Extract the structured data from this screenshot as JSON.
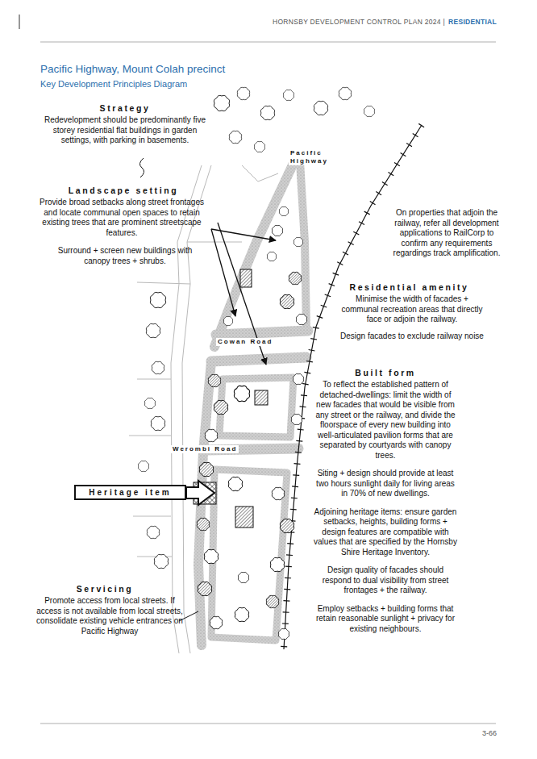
{
  "diagram": {
    "title": "Pacific Highway, Mount Colah precinct",
    "nodes": [
      {
        "text": [
          "Heritage item"
        ]
      }
    ],
    "labels": [
      "HORNSBY DEVELOPMENT CONTROL PLAN 2024 |",
      "RESIDENTIAL",
      "Key Development Principles Diagram",
      "Strategy",
      "Redevelopment should be predominantly five storey residential flat buildings in garden settings, with parking in basements.",
      "Pacific Highway",
      "Landscape setting",
      "Provide broad setbacks along street frontages and locate communal open spaces to retain existing trees that are prominent streetscape features.",
      "Surround + screen new buildings with canopy trees + shrubs.",
      "On properties that adjoin the railway, refer all development applications to RailCorp to confirm any requirements regardings track amplification.",
      "Residential amenity",
      "Minimise the width of facades + communal recreation areas that directly face or adjoin the railway.",
      "Design facades to exclude railway noise",
      "Cowan Road",
      "Built form",
      "To reflect the established pattern of detached-dwellings: limit the width of new facades that would be visible from any street or the railway, and divide the floorspace of every new building into well-articulated pavilion forms that are separated by courtyards with canopy trees.",
      "Siting + design should provide at least two hours sunlight daily for living areas in 70% of new dwellings.",
      "Adjoining heritage items: ensure garden setbacks, heights, building forms + design features are compatible with values that are specified by the Hornsby Shire Heritage Inventory.",
      "Design quality of facades should respond to dual visibility from street frontages + the railway.",
      "Employ setbacks + building forms that retain reasonable sunlight + privacy for existing neighbours.",
      "Werombi Road",
      "Servicing",
      "Promote access from local streets. If access is not available from local streets, consolidate existing vehicle entrances on Pacific Highway",
      "3-66"
    ]
  }
}
